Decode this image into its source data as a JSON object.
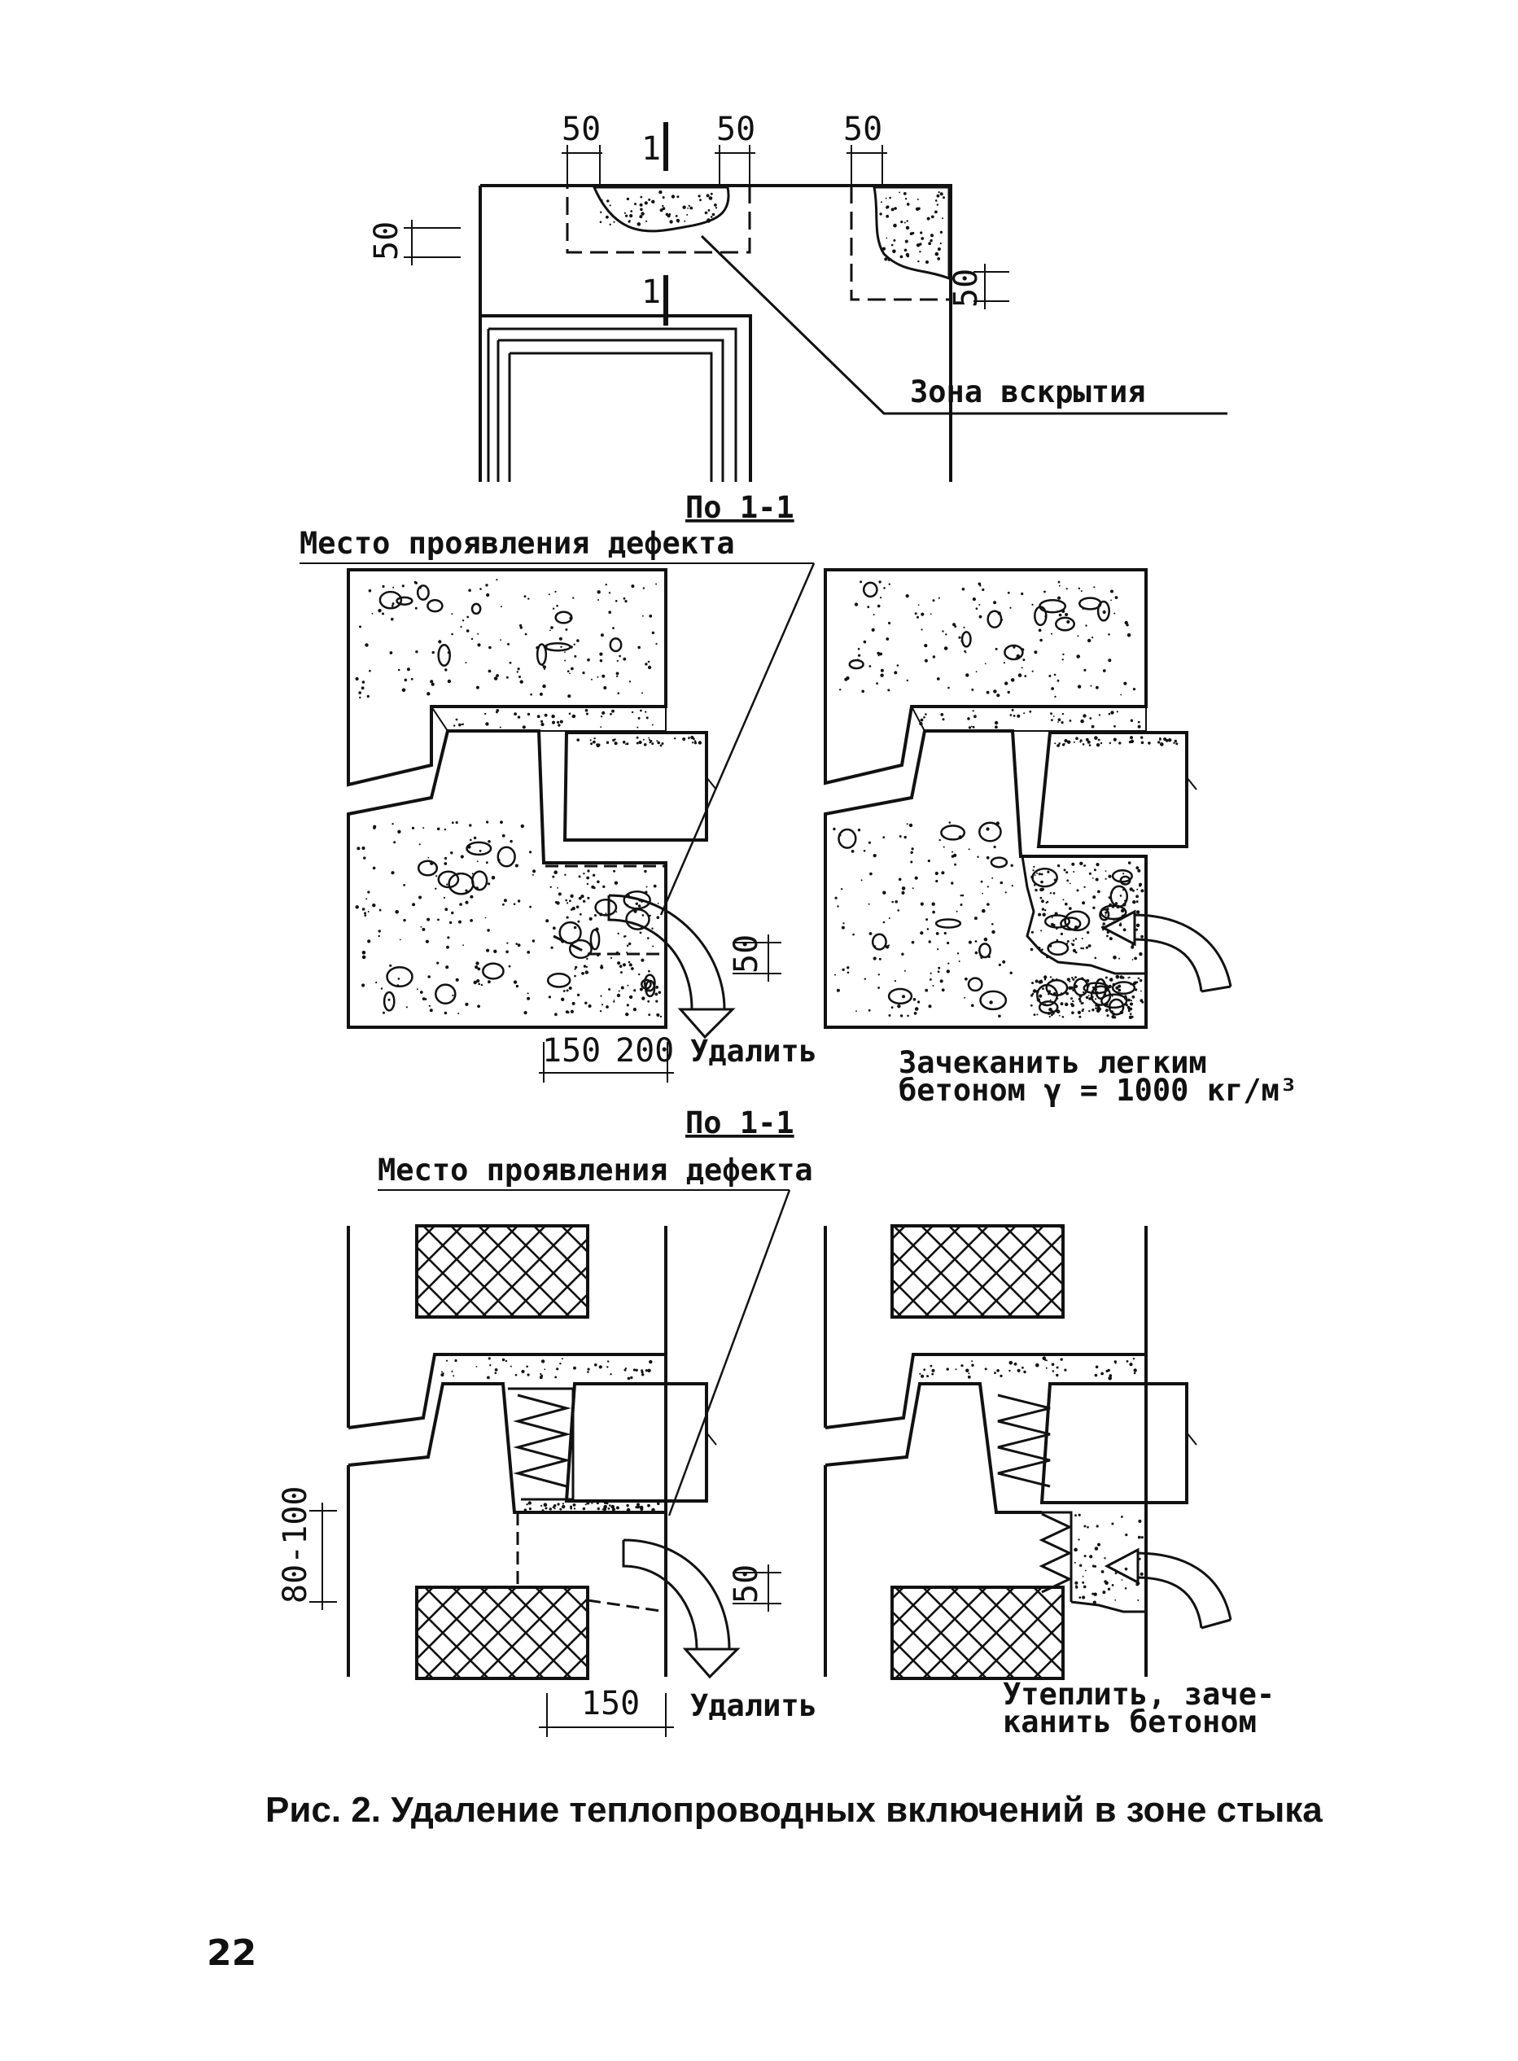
{
  "colors": {
    "ink": "#111111",
    "paper": "#ffffff"
  },
  "plan": {
    "dims": {
      "d1": "50",
      "d2": "50",
      "d3": "50",
      "left": "50",
      "right": "50"
    },
    "section_mark": "1",
    "zone_label": "Зона вскрытия"
  },
  "section_a": {
    "title": "По 1-1",
    "defect_label": "Место проявления дефекта",
    "dim_50": "50",
    "dim_150": "150",
    "dim_200": "200",
    "remove_label": "Удалить",
    "caulk_line1": "Зачеканить легким",
    "caulk_line2": "бетоном γ = 1000 кг/м³"
  },
  "section_b": {
    "title": "По 1-1",
    "defect_label": "Место проявления дефекта",
    "dim_80_100": "80-100",
    "dim_50": "50",
    "dim_150": "150",
    "remove_label": "Удалить",
    "insulate_line1": "Утеплить, заче-",
    "insulate_line2": "канить бетоном"
  },
  "caption": "Рис. 2. Удаление теплопроводных включений в зоне стыка",
  "page_number": "22"
}
